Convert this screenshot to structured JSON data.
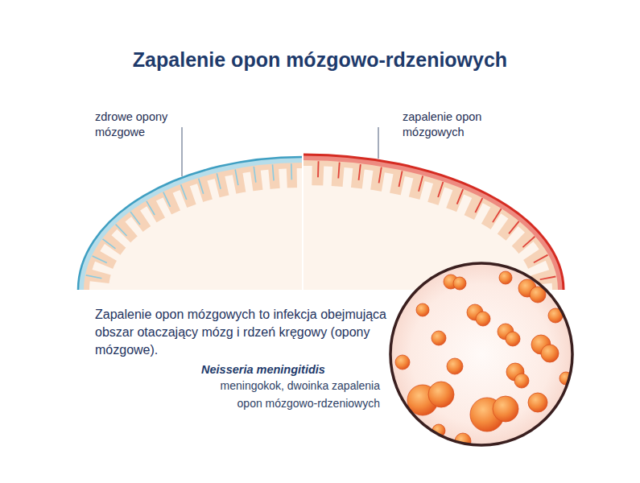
{
  "diagram": {
    "title": "Zapalenie opon mózgowo-rdzeniowych",
    "labels": [
      "zdrowe opony mózgowe",
      "zapalenie opon mózgowych",
      "Zapalenie opon mózgowych to infekcja obejmująca obszar otaczający mózg i rdzeń kręgowy (opony mózgowe).",
      "Neisseria meningitidis",
      "meningokok, dwoinka zapalenia opon mózgowo-rdzeniowych"
    ]
  }
}
